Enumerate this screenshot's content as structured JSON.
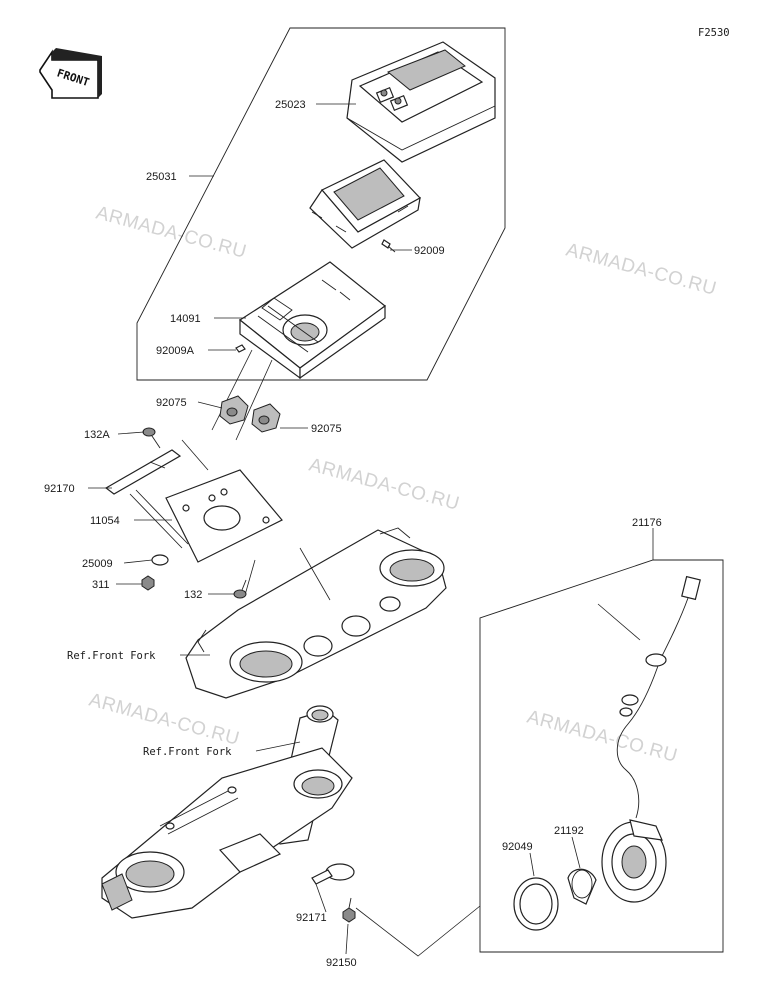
{
  "diagram_code": "F2530",
  "front_marker": "FRONT",
  "watermark": "ARMADA-CO.RU",
  "parts": {
    "meter_cover": "25023",
    "meter_assy": "25031",
    "screw_small": "92009",
    "meter_case": "14091",
    "screw_a": "92009A",
    "grommet_left": "92075",
    "grommet_right": "92075",
    "bolt_a": "132A",
    "band": "92170",
    "bracket": "11054",
    "washer": "25009",
    "nut": "311",
    "bolt": "132",
    "ref_front_fork_upper": "Ref.Front Fork",
    "ref_front_fork_lower": "Ref.Front Fork",
    "speed_sensor": "21176",
    "sensor_seal": "92049",
    "sensor_cover": "21192",
    "clamp": "92171",
    "bolt_clamp": "92150"
  }
}
